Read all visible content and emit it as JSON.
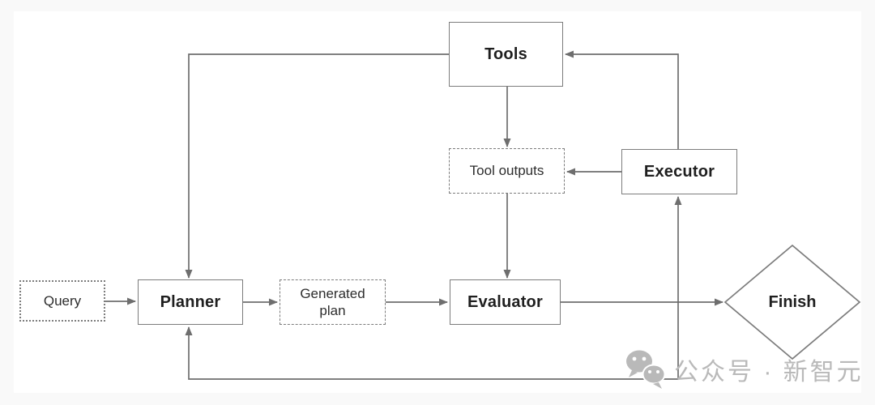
{
  "diagram": {
    "title": "planner-executor-evaluator agent loop flowchart",
    "nodes": {
      "tools": {
        "label": "Tools",
        "style": "solid"
      },
      "tool_outputs": {
        "label": "Tool outputs",
        "style": "dashed"
      },
      "executor": {
        "label": "Executor",
        "style": "solid"
      },
      "query": {
        "label": "Query",
        "style": "dotted"
      },
      "planner": {
        "label": "Planner",
        "style": "solid"
      },
      "generated_plan": {
        "label": "Generated plan",
        "style": "dashed"
      },
      "evaluator": {
        "label": "Evaluator",
        "style": "solid"
      },
      "finish": {
        "label": "Finish",
        "style": "diamond"
      }
    },
    "edges": [
      {
        "from": "Query",
        "to": "Planner"
      },
      {
        "from": "Planner",
        "to": "Generated plan"
      },
      {
        "from": "Generated plan",
        "to": "Evaluator"
      },
      {
        "from": "Evaluator",
        "to": "Finish"
      },
      {
        "from": "Evaluator",
        "to": "Executor"
      },
      {
        "from": "Evaluator",
        "to": "Planner"
      },
      {
        "from": "Executor",
        "to": "Tool outputs"
      },
      {
        "from": "Executor",
        "to": "Tools"
      },
      {
        "from": "Tools",
        "to": "Tool outputs"
      },
      {
        "from": "Tool outputs",
        "to": "Evaluator"
      },
      {
        "from": "Tools",
        "to": "Planner"
      }
    ]
  },
  "watermark": {
    "icon": "wechat-icon",
    "text": "公众号 · 新智元"
  },
  "colors": {
    "line": "#6e6e6e",
    "border": "#7c7c7c",
    "text": "#1f1f1f",
    "muted": "#b9b9b9",
    "bg": "#f9f9f9",
    "canvas": "#ffffff"
  }
}
